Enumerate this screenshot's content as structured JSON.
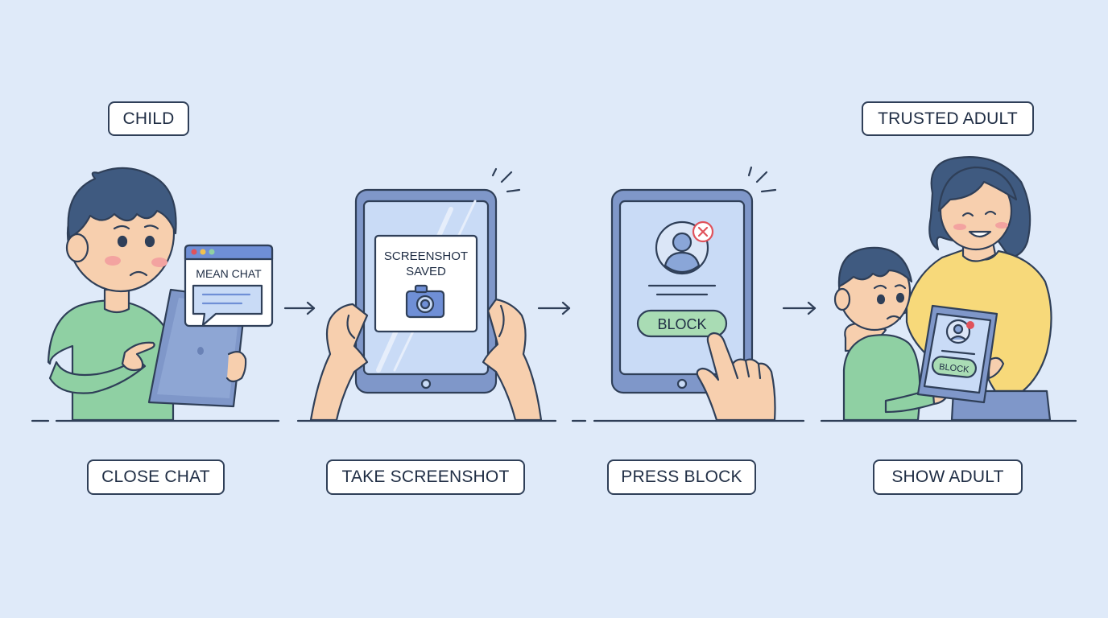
{
  "role_labels": {
    "child": "CHILD",
    "trusted_adult": "TRUSTED ADULT"
  },
  "steps": [
    {
      "label": "CLOSE CHAT"
    },
    {
      "label": "TAKE SCREENSHOT"
    },
    {
      "label": "PRESS BLOCK"
    },
    {
      "label": "SHOW ADULT"
    }
  ],
  "screens": {
    "chat_title": "MEAN CHAT",
    "screenshot_line1": "SCREENSHOT",
    "screenshot_line2": "SAVED",
    "block_button": "BLOCK",
    "adult_tablet_button": "BLOCK"
  },
  "colors": {
    "background": "#dfeaf9",
    "outline": "#2f3f58",
    "tablet_body": "#7f97c9",
    "screen": "#c9dbf6",
    "shirt_green": "#8fd0a3",
    "shirt_yellow": "#f7d97a",
    "skin": "#f7cfae",
    "hair": "#3f5a80",
    "block_green": "#a9dcb4",
    "alert_red": "#e0525b"
  },
  "icons": [
    "camera-icon",
    "profile-icon",
    "close-x-icon",
    "arrow-right-icon",
    "sparkle-icon"
  ]
}
